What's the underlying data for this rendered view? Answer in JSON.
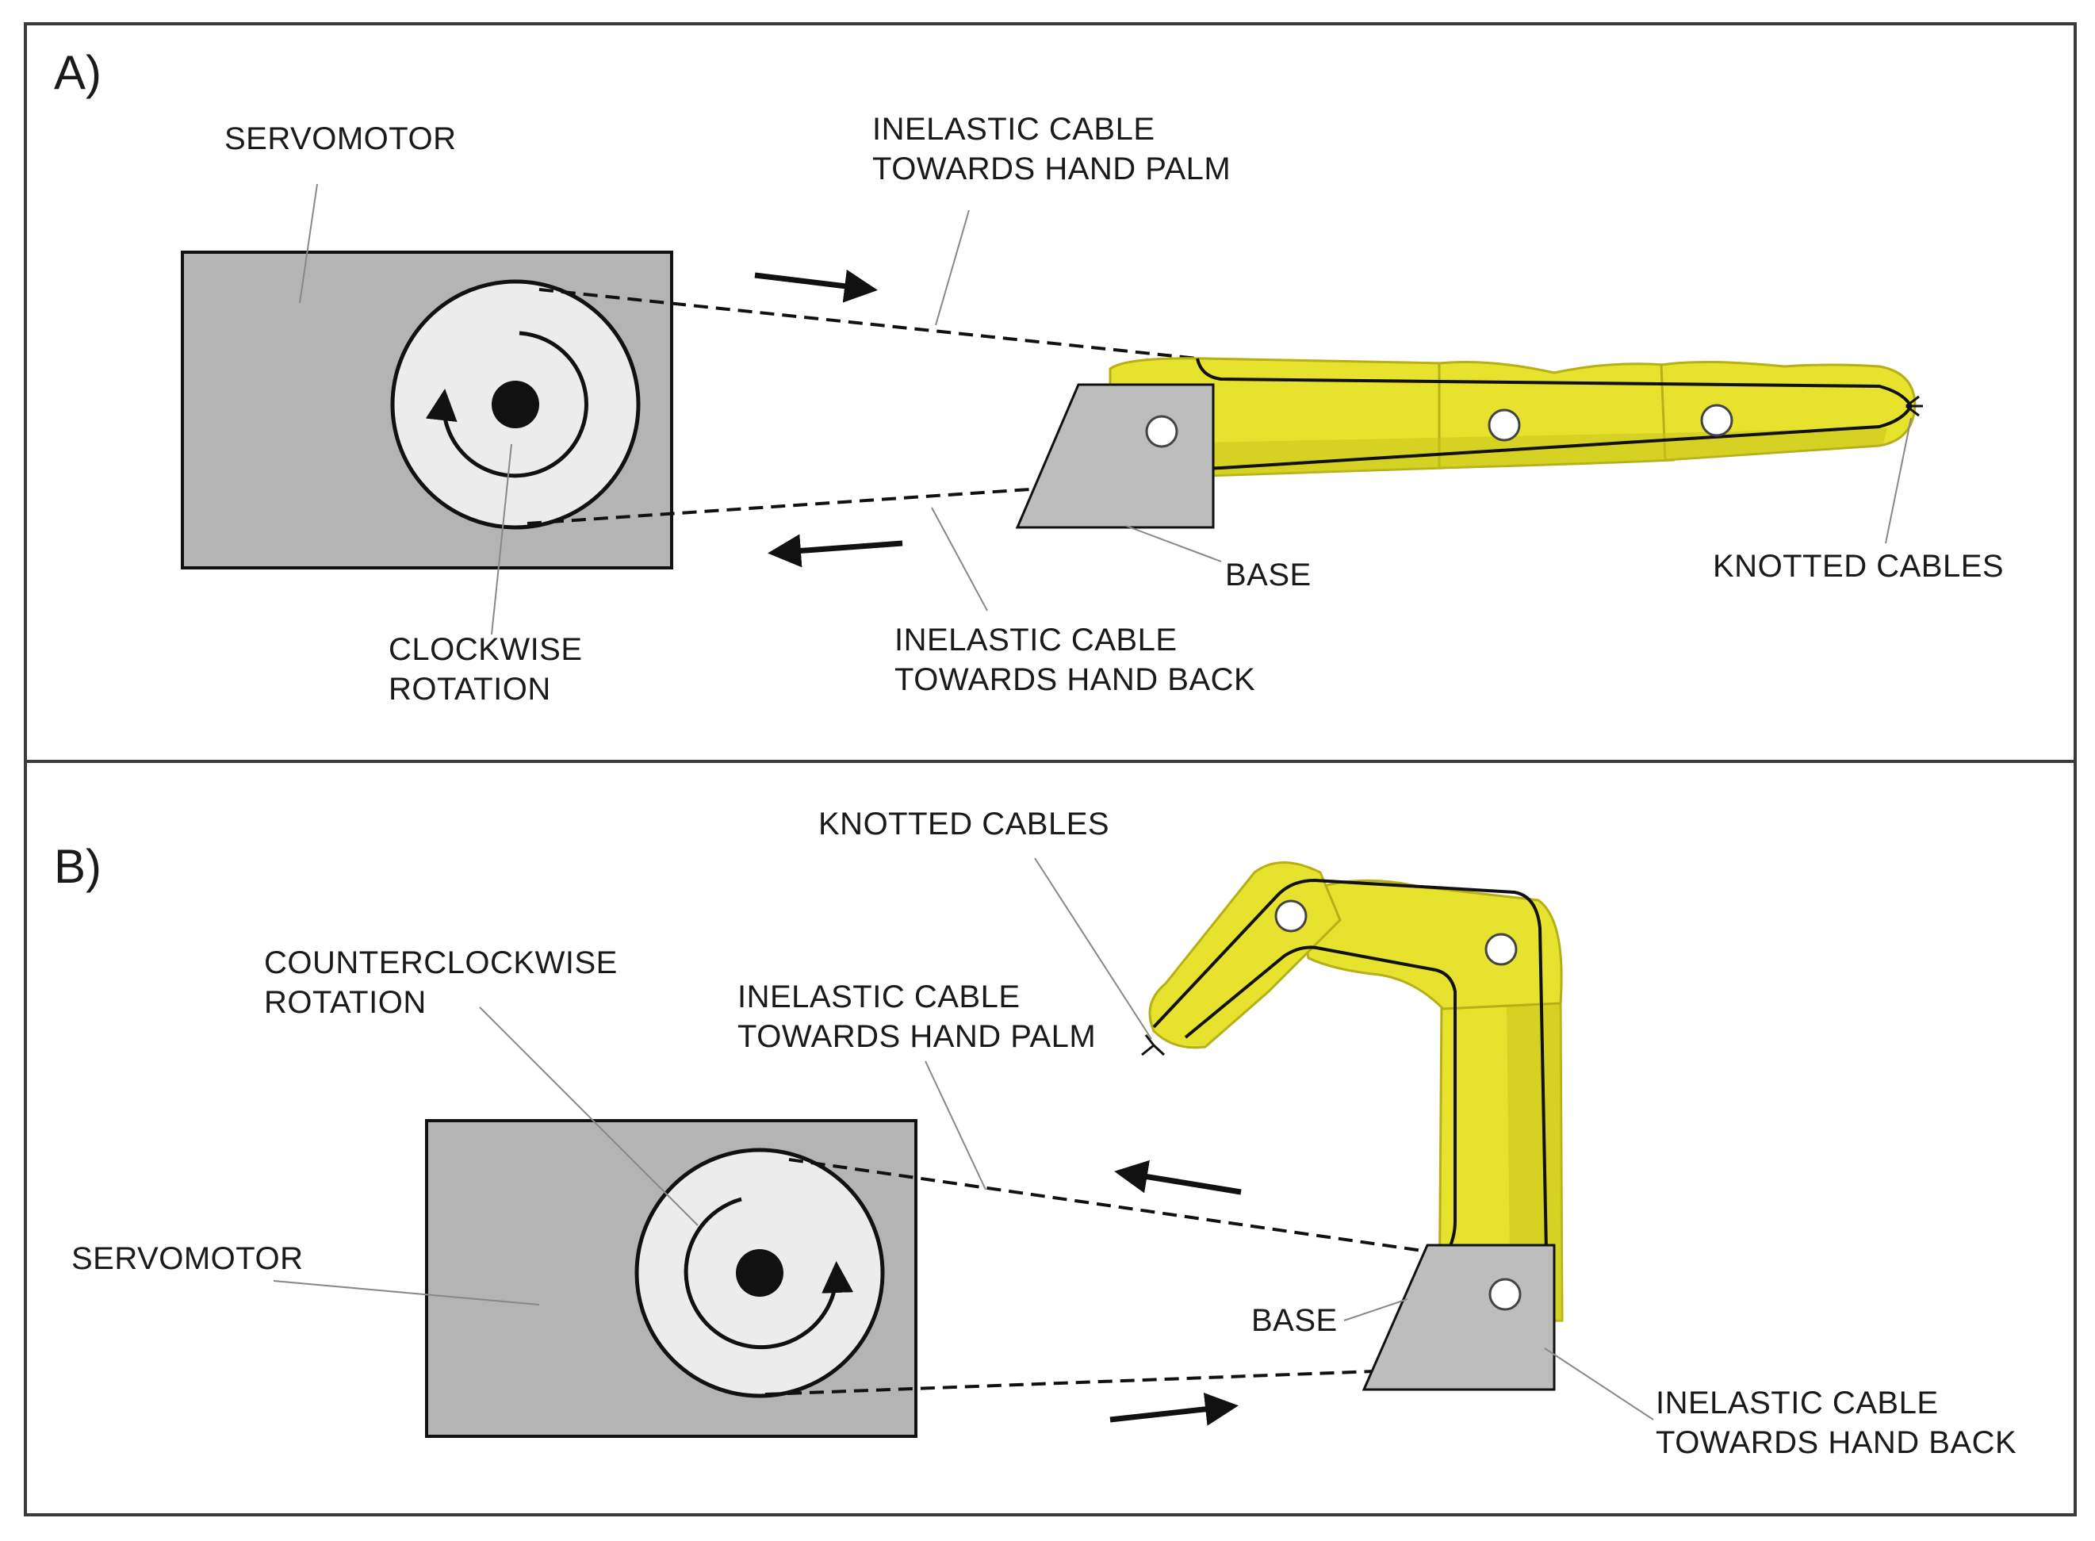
{
  "colors": {
    "frame": "#3a3a3a",
    "servo_fill": "#b4b4b4",
    "pulley_fill": "#ececec",
    "finger_fill": "#e6e22e",
    "finger_shade": "#c9c41c",
    "base_fill": "#bdbdbd",
    "cable": "#111111"
  },
  "panel_a": {
    "panel_label": "A)",
    "servomotor_label": "SERVOMOTOR",
    "rotation_label": [
      "CLOCKWISE",
      "ROTATION"
    ],
    "palm_cable_label": [
      "INELASTIC CABLE",
      "TOWARDS HAND PALM"
    ],
    "back_cable_label": [
      "INELASTIC CABLE",
      "TOWARDS HAND BACK"
    ],
    "base_label": "BASE",
    "knot_label": "KNOTTED CABLES"
  },
  "panel_b": {
    "panel_label": "B)",
    "servomotor_label": "SERVOMOTOR",
    "rotation_label": [
      "COUNTERCLOCKWISE",
      "ROTATION"
    ],
    "palm_cable_label": [
      "INELASTIC CABLE",
      "TOWARDS HAND PALM"
    ],
    "back_cable_label": [
      "INELASTIC CABLE",
      "TOWARDS HAND BACK"
    ],
    "base_label": "BASE",
    "knot_label": "KNOTTED CABLES"
  }
}
